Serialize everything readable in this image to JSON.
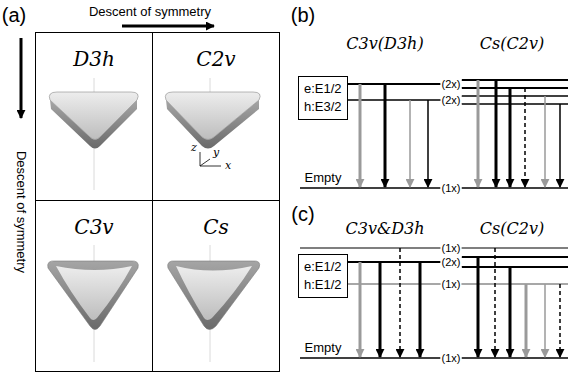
{
  "diagram": {
    "nodes": [
      {
        "text": [
          "D3h"
        ]
      },
      {
        "text": [
          "C2v"
        ]
      },
      {
        "text": [
          "C3v"
        ]
      },
      {
        "text": [
          "Cs"
        ]
      },
      {
        "text": [
          "e:E1/2",
          "h:E3/2"
        ]
      },
      {
        "text": [
          "e:E1/2",
          "h:E1/2"
        ]
      }
    ],
    "labels": [
      "(a)",
      "Descent of symmetry",
      "Descent of symmetry",
      "z",
      "y",
      "x",
      "(b)",
      "C3v(D3h)",
      "Cs(C2v)",
      "(2x)",
      "(2x)",
      "Empty",
      "(1x)",
      "(c)",
      "C3v&D3h",
      "Cs(C2v)",
      "(1x)",
      "(2x)",
      "(1x)",
      "Empty",
      "(1x)"
    ]
  }
}
